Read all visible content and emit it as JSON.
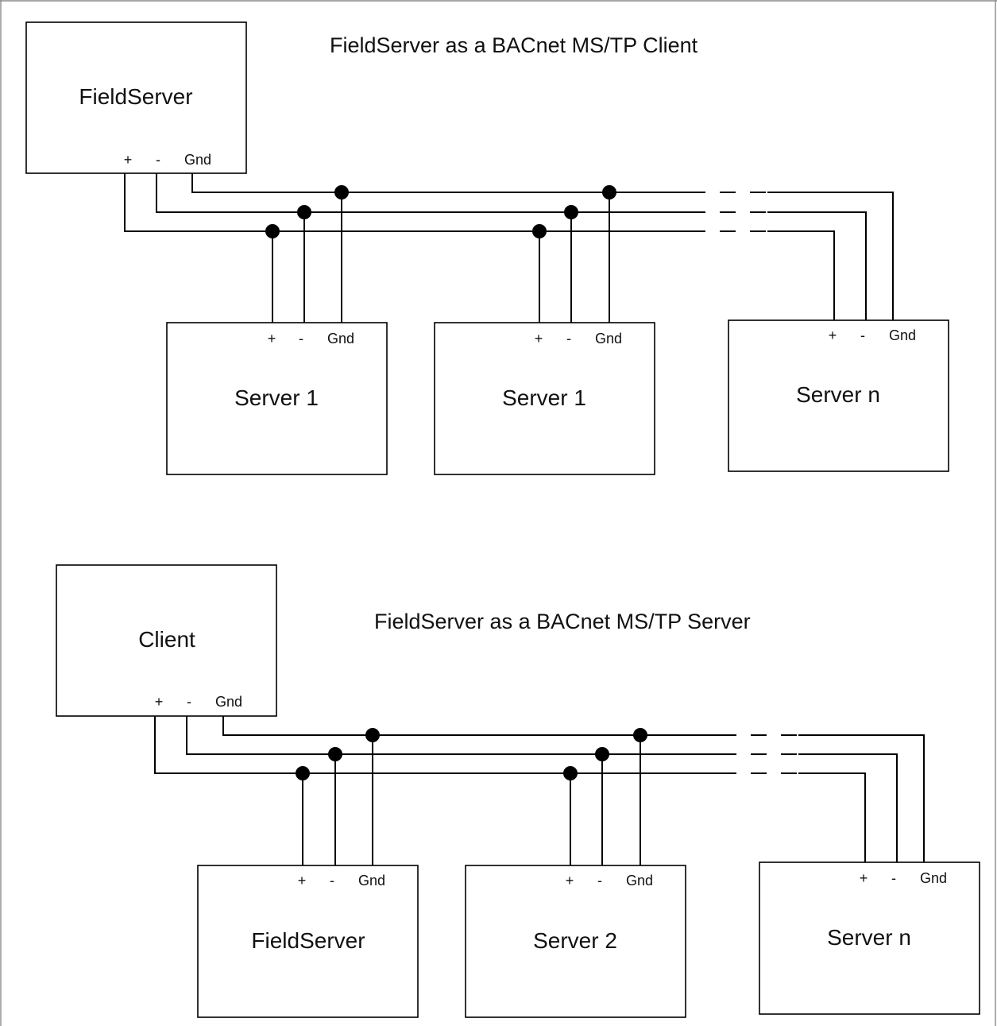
{
  "top": {
    "title": "FieldServer as a BACnet MS/TP Client",
    "master": {
      "label": "FieldServer",
      "plus": "+",
      "minus": "-",
      "gnd": "Gnd"
    },
    "nodes": [
      {
        "label": "Server 1",
        "plus": "+",
        "minus": "-",
        "gnd": "Gnd"
      },
      {
        "label": "Server 1",
        "plus": "+",
        "minus": "-",
        "gnd": "Gnd"
      },
      {
        "label": "Server n",
        "plus": "+",
        "minus": "-",
        "gnd": "Gnd"
      }
    ]
  },
  "bottom": {
    "title": "FieldServer as a BACnet MS/TP Server",
    "master": {
      "label": "Client",
      "plus": "+",
      "minus": "-",
      "gnd": "Gnd"
    },
    "nodes": [
      {
        "label": "FieldServer",
        "plus": "+",
        "minus": "-",
        "gnd": "Gnd"
      },
      {
        "label": "Server 2",
        "plus": "+",
        "minus": "-",
        "gnd": "Gnd"
      },
      {
        "label": "Server n",
        "plus": "+",
        "minus": "-",
        "gnd": "Gnd"
      }
    ]
  }
}
